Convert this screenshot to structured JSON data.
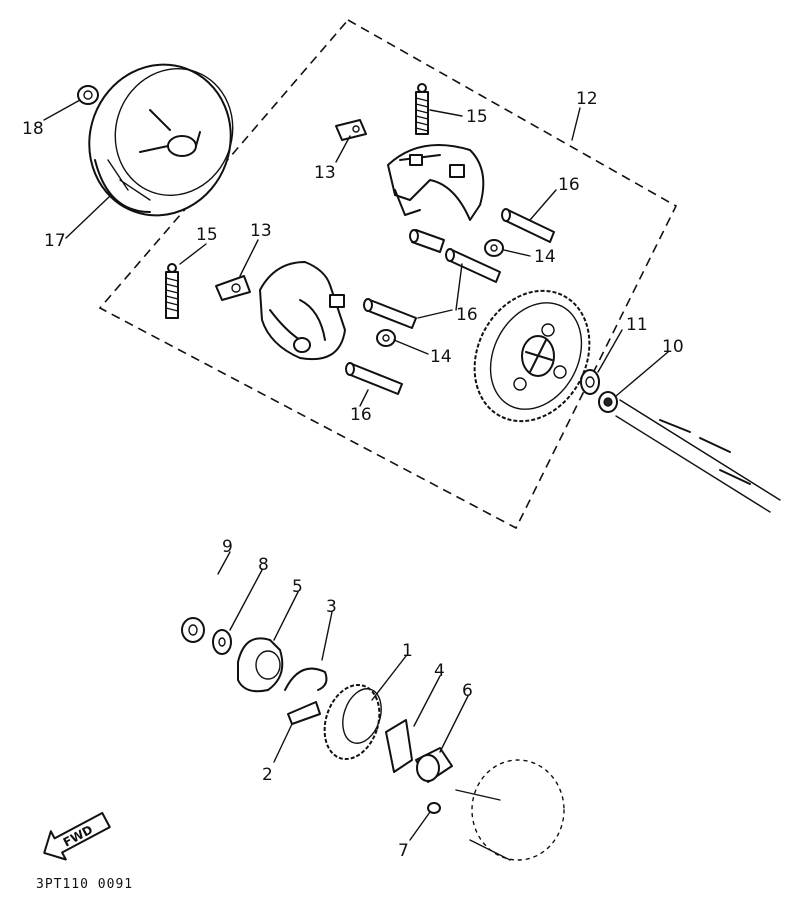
{
  "callouts": {
    "c1": "1",
    "c2": "2",
    "c3": "3",
    "c4": "4",
    "c5": "5",
    "c6": "6",
    "c7": "7",
    "c8": "8",
    "c9": "9",
    "c10": "10",
    "c11": "11",
    "c12": "12",
    "c13a": "13",
    "c13b": "13",
    "c14a": "14",
    "c14b": "14",
    "c15a": "15",
    "c15b": "15",
    "c16a": "16",
    "c16b": "16",
    "c16c": "16",
    "c17": "17",
    "c18": "18"
  },
  "forward_label": "FWD",
  "drawing_code": "3PT110 0091"
}
